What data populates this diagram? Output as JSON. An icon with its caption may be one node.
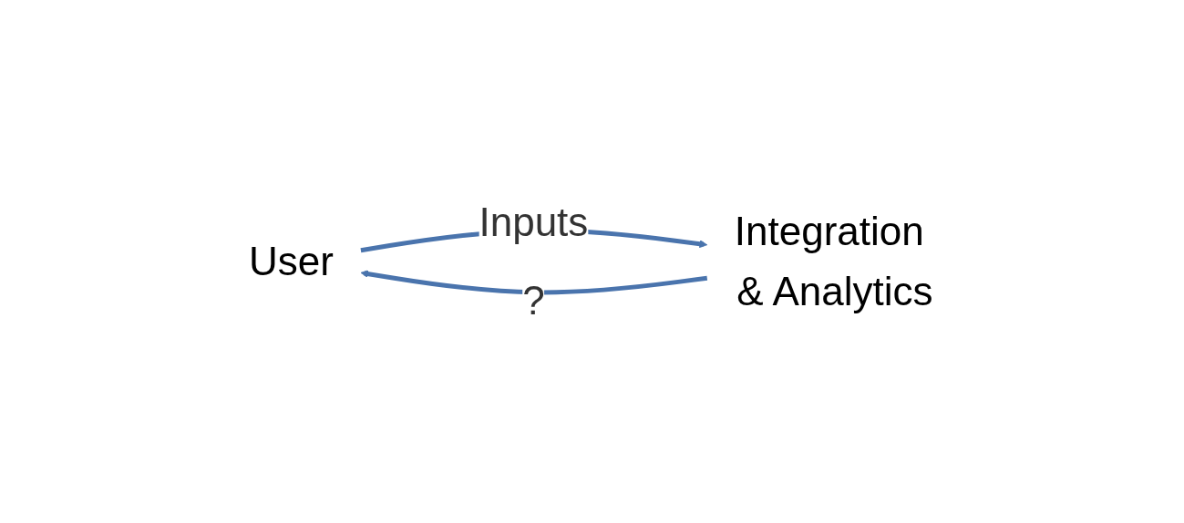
{
  "diagram": {
    "nodes": [
      {
        "text": [
          "User"
        ]
      },
      {
        "text": [
          "Integration & Analytics"
        ]
      }
    ],
    "edges": [
      {
        "from": 0,
        "to": 1,
        "arrow": "to",
        "label": "Inputs"
      },
      {
        "from": 1,
        "to": 0,
        "arrow": "to",
        "label": "?"
      }
    ]
  }
}
